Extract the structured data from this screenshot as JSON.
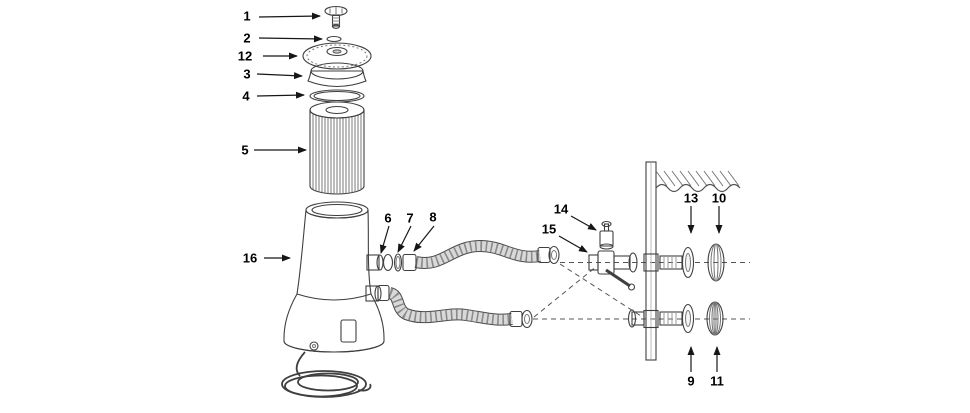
{
  "diagram": {
    "theme": {
      "background": "#ffffff",
      "line": "#3f3f3f",
      "label": "#000000"
    },
    "parts": [
      {
        "number": "1"
      },
      {
        "number": "2"
      },
      {
        "number": "3"
      },
      {
        "number": "4"
      },
      {
        "number": "5"
      },
      {
        "number": "6"
      },
      {
        "number": "7"
      },
      {
        "number": "8"
      },
      {
        "number": "9"
      },
      {
        "number": "10"
      },
      {
        "number": "11"
      },
      {
        "number": "12"
      },
      {
        "number": "13"
      },
      {
        "number": "14"
      },
      {
        "number": "15"
      },
      {
        "number": "16"
      }
    ]
  }
}
